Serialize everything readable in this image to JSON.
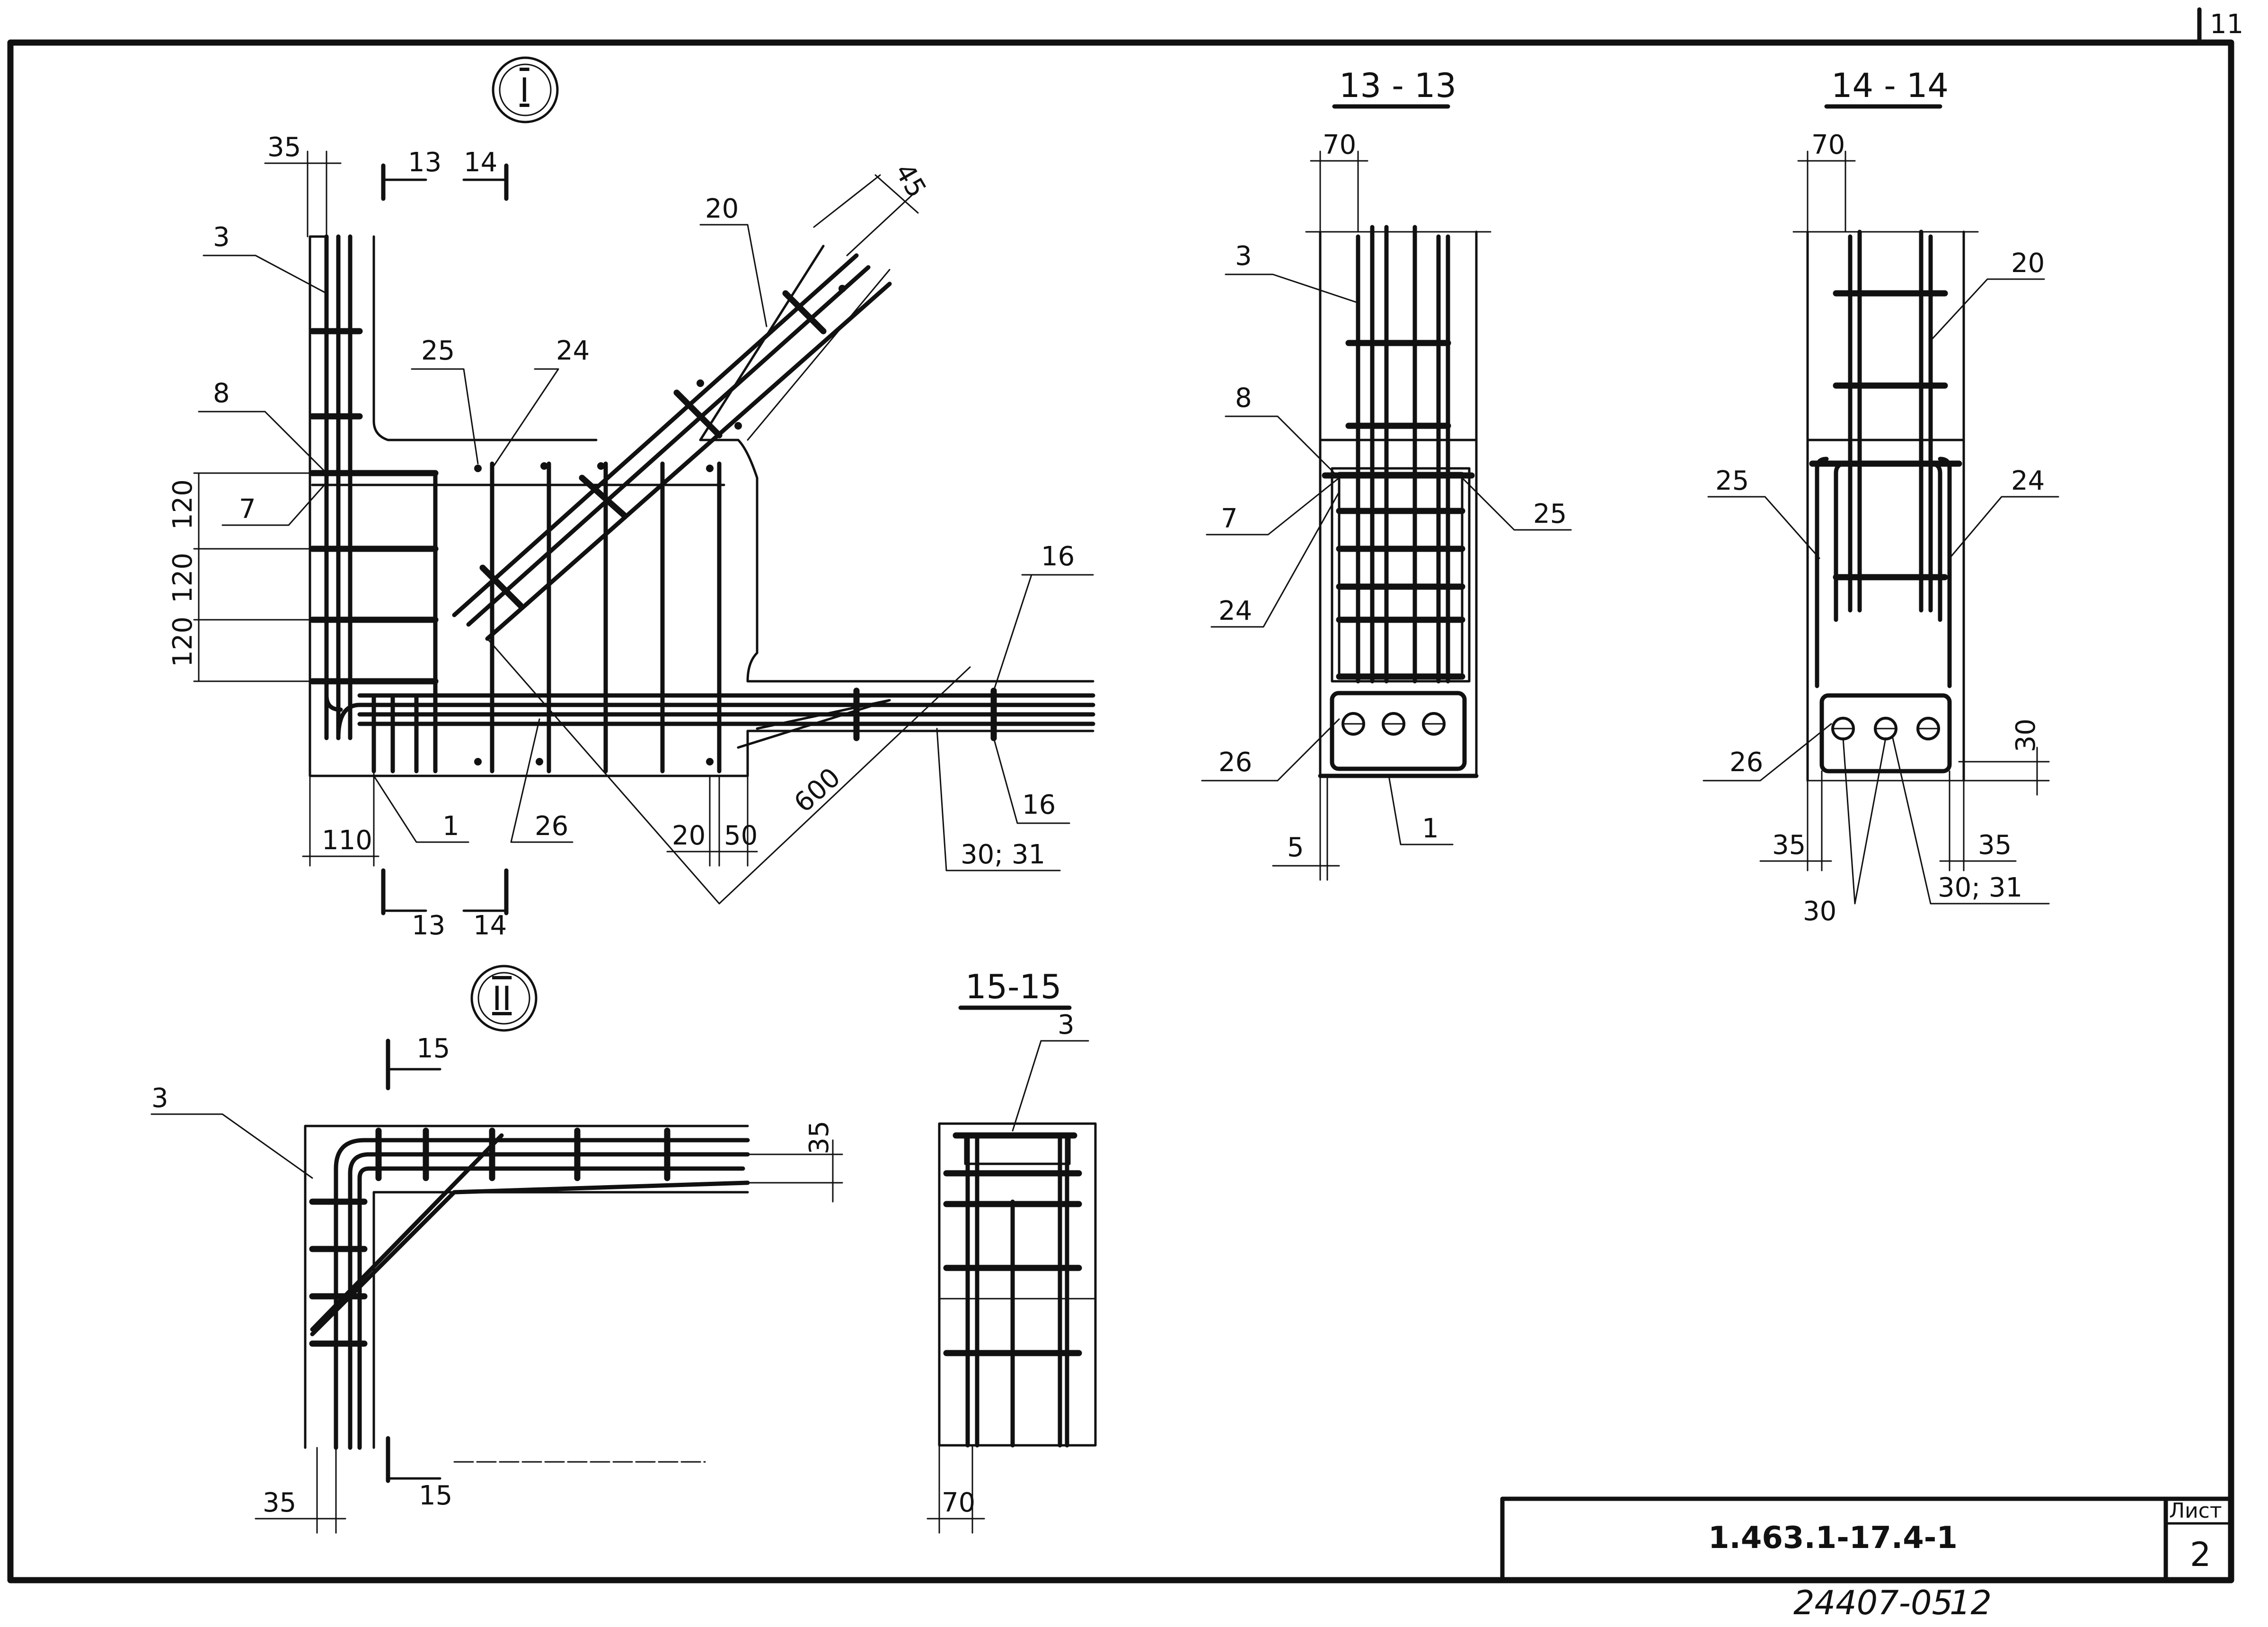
{
  "sheet": {
    "corner_number": "11",
    "document_code": "1.463.1-17.4-1",
    "sheet_label": "Лист",
    "sheet_number": "2",
    "archive_number": "24407-05",
    "archive_sheet": "12"
  },
  "node_I": {
    "marker": "I",
    "cut_13": "13",
    "cut_14": "14",
    "dims": {
      "d35": "35",
      "d45": "45",
      "d120": [
        "120",
        "120",
        "120"
      ],
      "d110": "110",
      "d20": "20",
      "d50": "50",
      "d600": "600"
    },
    "labels": {
      "p3": "3",
      "p8": "8",
      "p7": "7",
      "p25": "25",
      "p24": "24",
      "p20": "20",
      "p16a": "16",
      "p16b": "16",
      "p1": "1",
      "p26": "26",
      "p30_31": "30; 31"
    }
  },
  "section_13": {
    "title": "13 - 13",
    "dims": {
      "d70": "70",
      "d5": "5"
    },
    "labels": {
      "p3": "3",
      "p8": "8",
      "p7": "7",
      "p25": "25",
      "p24": "24",
      "p26": "26",
      "p1": "1"
    }
  },
  "section_14": {
    "title": "14 - 14",
    "dims": {
      "d70": "70",
      "d30": "30",
      "d35a": "35",
      "d35b": "35"
    },
    "labels": {
      "p20": "20",
      "p25": "25",
      "p24": "24",
      "p26": "26",
      "p30": "30",
      "p30_31": "30; 31"
    }
  },
  "node_II": {
    "marker": "II",
    "cut_15": "15",
    "dims": {
      "d35a": "35",
      "d35b": "35"
    },
    "labels": {
      "p3": "3"
    }
  },
  "section_15": {
    "title": "15-15",
    "dims": {
      "d70": "70"
    },
    "labels": {
      "p3": "3"
    }
  }
}
